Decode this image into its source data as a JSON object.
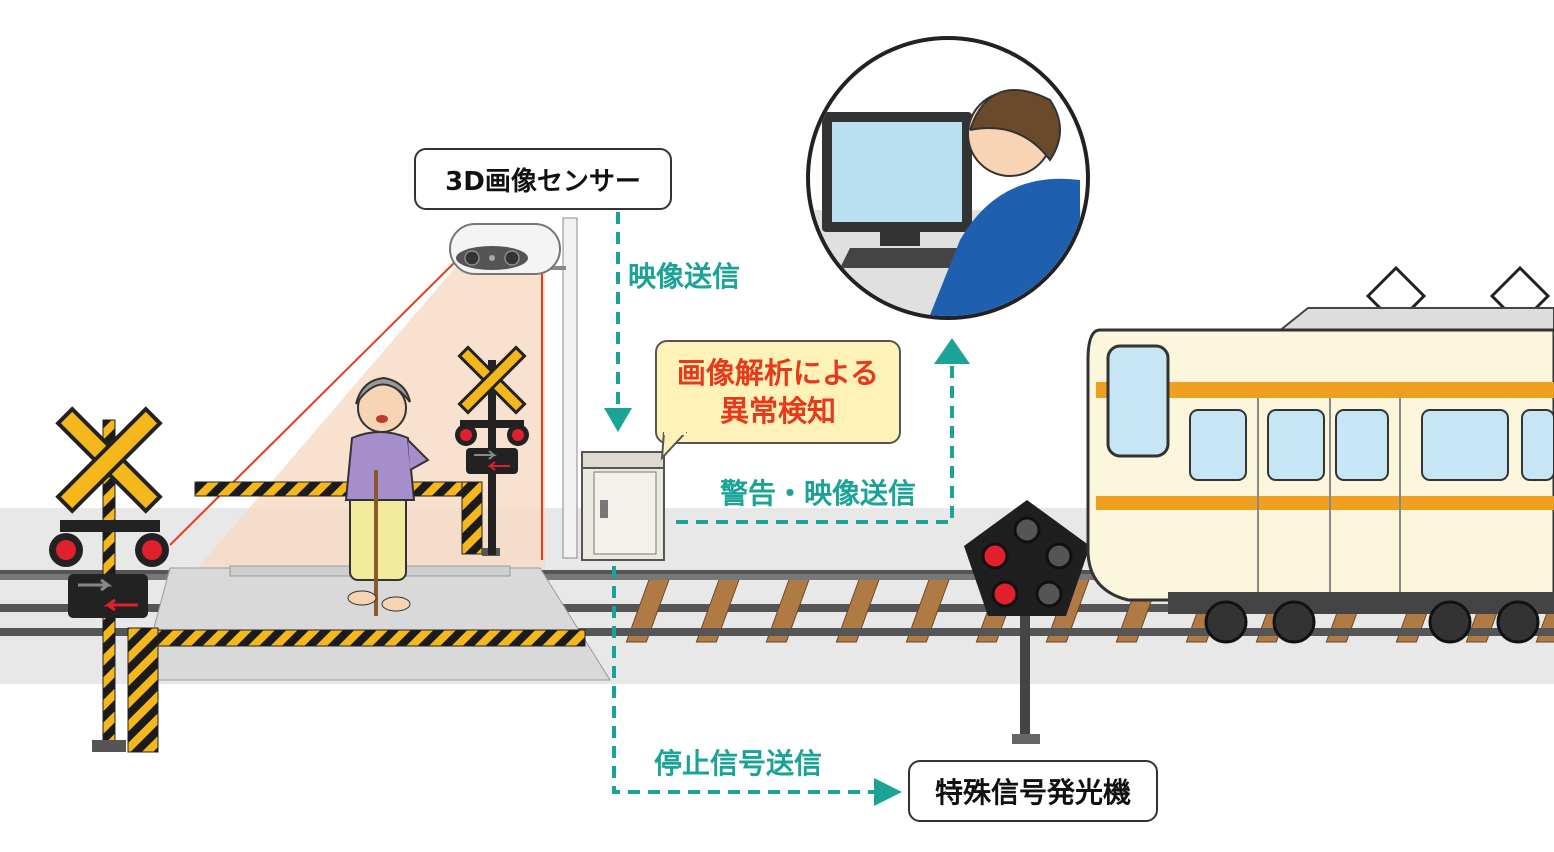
{
  "labels": {
    "sensor": "3D画像センサー",
    "video_send": "映像送信",
    "analysis_line1": "画像解析による",
    "analysis_line2": "異常検知",
    "warning_send": "警告・映像送信",
    "stop_signal_send": "停止信号送信",
    "special_signal": "特殊信号発光機"
  },
  "colors": {
    "teal": "#1aa396",
    "accent_red": "#e63a1c",
    "callout_bg": "#fff2b8",
    "train_stripe": "#f0a020",
    "train_body": "#fbf6dc",
    "crossing_yellow": "#f5b81c"
  },
  "icons": [
    "crossing-signal-icon",
    "barrier-gate-icon",
    "camera-sensor-icon",
    "control-box-icon",
    "signal-light-icon",
    "train-icon",
    "operator-icon",
    "elderly-person-icon"
  ]
}
